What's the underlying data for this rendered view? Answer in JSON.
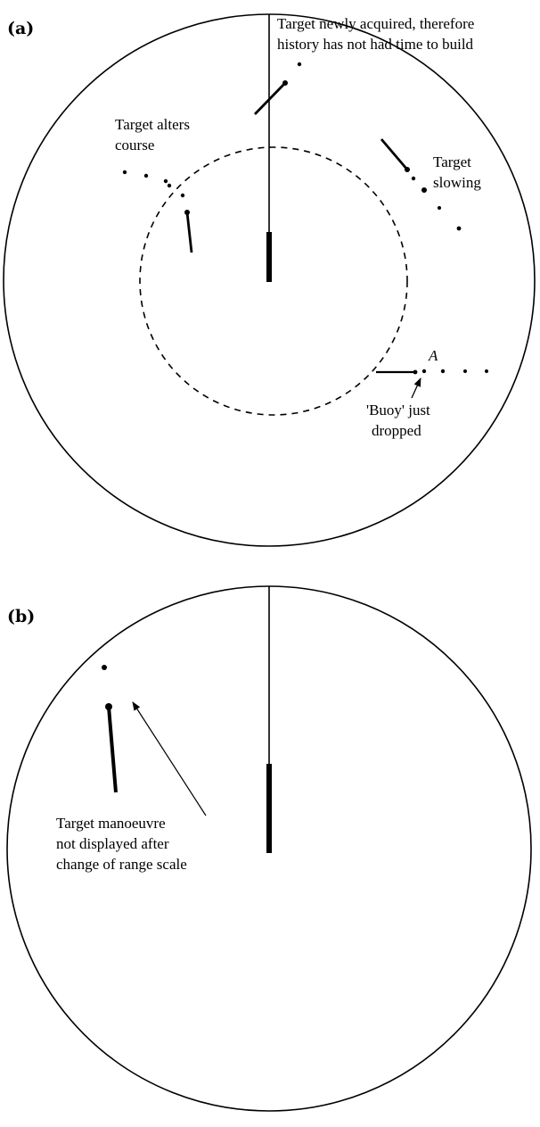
{
  "figure": {
    "ink_color": "#000000",
    "background_color": "#ffffff",
    "panel_a": {
      "label": "(a)",
      "annotations": {
        "newly_acquired_line1": "Target newly acquired, therefore",
        "newly_acquired_line2": "history has not had time to build",
        "alters_line1": "Target alters",
        "alters_line2": "course",
        "slowing_line1": "Target",
        "slowing_line2": "slowing",
        "point_a": "A",
        "buoy_line1": "'Buoy' just",
        "buoy_line2": "dropped"
      }
    },
    "panel_b": {
      "label": "(b)",
      "annotations": {
        "manoeuvre_line1": "Target manoeuvre",
        "manoeuvre_line2": "not displayed after",
        "manoeuvre_line3": "change of range scale"
      }
    }
  }
}
